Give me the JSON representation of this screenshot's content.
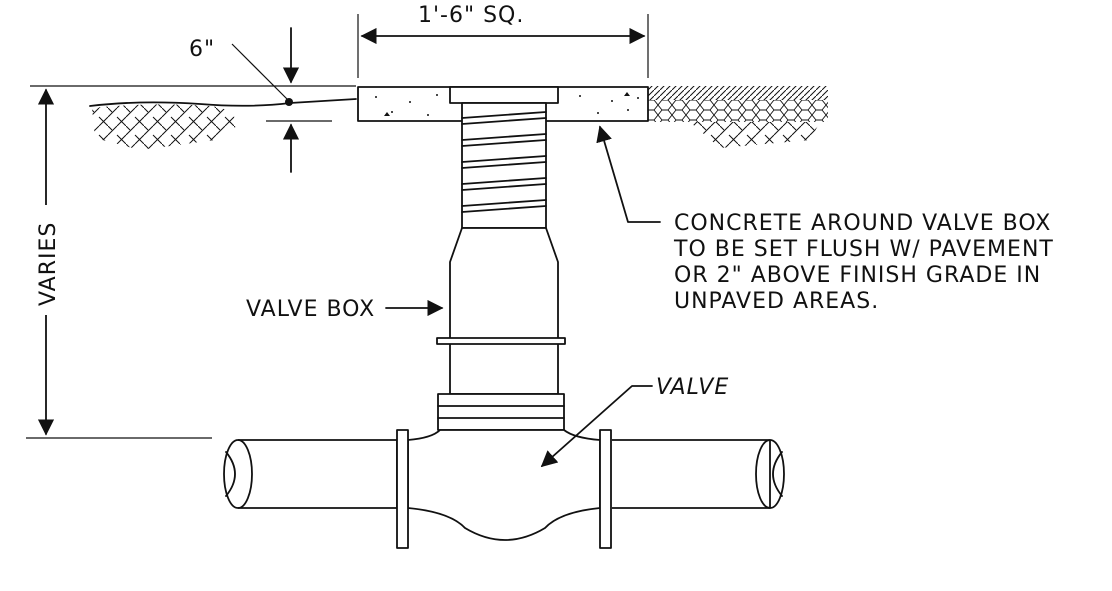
{
  "dimensions": {
    "top_width": "1'-6\" SQ.",
    "offset": "6\"",
    "depth": "VARIES"
  },
  "callouts": {
    "concrete": [
      "CONCRETE AROUND VALVE BOX",
      "TO BE SET FLUSH W/ PAVEMENT",
      "OR 2\" ABOVE FINISH GRADE IN",
      "UNPAVED AREAS."
    ],
    "valve_box": "VALVE BOX",
    "valve": "VALVE"
  },
  "colors": {
    "line": "#111111",
    "background": "#ffffff"
  }
}
